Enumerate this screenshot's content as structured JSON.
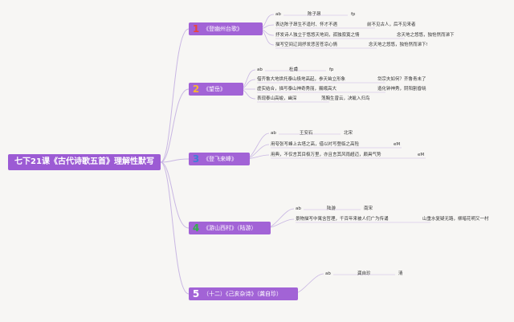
{
  "root": {
    "title": "七下21课《古代诗歌五首》理解性默写"
  },
  "colors": {
    "accent": "#a263d6",
    "line": "#c9b7e3"
  },
  "poems": [
    {
      "num": "1",
      "num_color": "#e8463c",
      "title": "《登幽州台歌》",
      "meta": [
        "ab",
        "陈子昂",
        "fp"
      ],
      "lines": [
        [
          "表达陈子昂生不逢时、怀才不遇",
          "前不见古人，后不见来者"
        ],
        [
          "抒发诗人独立于悠悠天地间，孤独寂寞之情",
          "念天地之悠悠，独怆然而涕下"
        ],
        [
          "描写空间辽阔抒发悲苦苍凉心情",
          "念天地之悠悠，独怆然而涕下!"
        ]
      ]
    },
    {
      "num": "2",
      "num_color": "#f5b631",
      "title": "《望岳》",
      "meta": [
        "ab",
        "杜甫",
        "fp"
      ],
      "lines": [
        [
          "借齐鲁大地烘托泰山极地高起，参天耸立形象",
          "岱宗夫如何？齐鲁青未了"
        ],
        [
          "虚实结合，描写泰山神奇秀丽，巍峨高大",
          "造化钟神秀，阴阳割昏晓"
        ],
        [
          "表现泰山高峻，幽深",
          "荡胸生曾云，决眦入归鸟"
        ]
      ]
    },
    {
      "num": "3",
      "num_color": "#3f7fd4",
      "title": "《登飞来峰》",
      "meta": [
        "ab",
        "王安石",
        "北宋"
      ],
      "lines": [
        [
          "用夸张写峰上古塔之高，借以衬写登临之高险",
          "eM"
        ],
        [
          "用典，不仅言其目极万里，亦且言其风雨超迈，颇具气势",
          "eM"
        ]
      ]
    },
    {
      "num": "4",
      "num_color": "#32b04a",
      "title": "《游山西村》（陆游）",
      "meta": [
        "ab",
        "陆游",
        "南宋"
      ],
      "lines": [
        [
          "景物描写中寓含哲理，千百年来被人们广为传诵",
          "山重水复疑无路，柳暗花明又一村"
        ]
      ]
    },
    {
      "num": "5",
      "num_color": "#ffffff",
      "title": "（十二）《己亥杂诗》（龚自珍）",
      "meta": [
        "ab",
        "龚自珍",
        "清"
      ],
      "lines": []
    }
  ]
}
